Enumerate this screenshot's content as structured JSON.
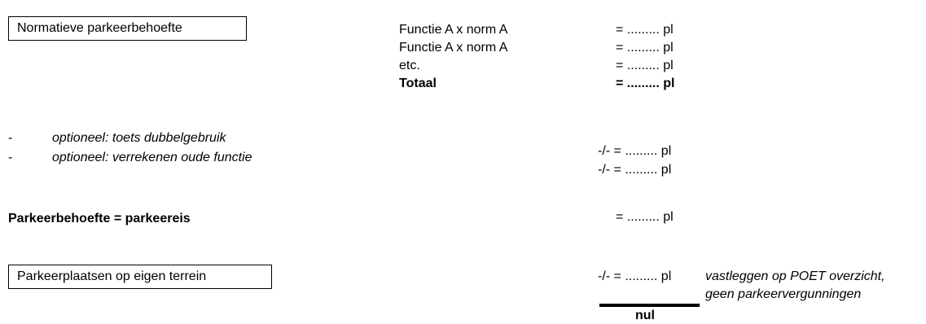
{
  "normative": {
    "box_label": "Normatieve parkeerbehoefte",
    "rows": [
      {
        "label": "Functie A x norm A",
        "value": "= ......... pl"
      },
      {
        "label": "Functie A x norm A",
        "value": "= ......... pl"
      },
      {
        "label": "etc.",
        "value": "= ......... pl"
      }
    ],
    "total": {
      "label": "Totaal",
      "value": "= ......... pl"
    }
  },
  "optional": {
    "bullet": "-",
    "items": [
      {
        "label": "optioneel: toets dubbelgebruik",
        "value": "-/- = ......... pl"
      },
      {
        "label": "optioneel: verrekenen oude functie",
        "value": "-/- = ......... pl"
      }
    ]
  },
  "requirement": {
    "label": "Parkeerbehoefte = parkeereis",
    "value": "= ......... pl"
  },
  "own_terrain": {
    "box_label": "Parkeerplaatsen op eigen terrein",
    "value": "-/- = ......... pl",
    "note_line1": "vastleggen op POET overzicht,",
    "note_line2": "geen parkeervergunningen"
  },
  "result": {
    "label": "nul"
  }
}
